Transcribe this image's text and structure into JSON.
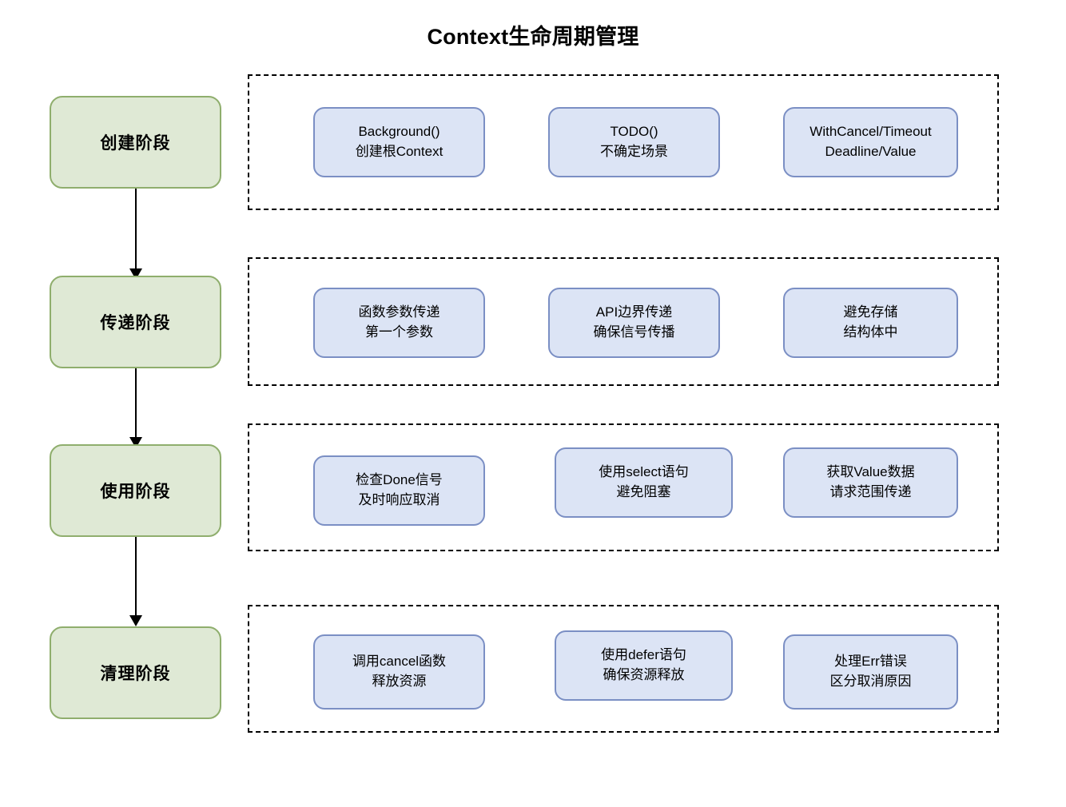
{
  "diagram": {
    "title": "Context生命周期管理",
    "accent_green_fill": "#dfe9d5",
    "accent_green_border": "#8fae6d",
    "accent_blue_fill": "#dce4f5",
    "accent_blue_border": "#7b8fc4",
    "group_border": "#000000"
  },
  "stages": [
    {
      "label": "创建阶段",
      "items": [
        {
          "line1": "Background()",
          "line2": "创建根Context"
        },
        {
          "line1": "TODO()",
          "line2": "不确定场景"
        },
        {
          "line1": "WithCancel/Timeout",
          "line2": "Deadline/Value"
        }
      ]
    },
    {
      "label": "传递阶段",
      "items": [
        {
          "line1": "函数参数传递",
          "line2": "第一个参数"
        },
        {
          "line1": "API边界传递",
          "line2": "确保信号传播"
        },
        {
          "line1": "避免存储",
          "line2": "结构体中"
        }
      ]
    },
    {
      "label": "使用阶段",
      "items": [
        {
          "line1": "检查Done信号",
          "line2": "及时响应取消"
        },
        {
          "line1": "使用select语句",
          "line2": "避免阻塞"
        },
        {
          "line1": "获取Value数据",
          "line2": "请求范围传递"
        }
      ]
    },
    {
      "label": "清理阶段",
      "items": [
        {
          "line1": "调用cancel函数",
          "line2": "释放资源"
        },
        {
          "line1": "使用defer语句",
          "line2": "确保资源释放"
        },
        {
          "line1": "处理Err错误",
          "line2": "区分取消原因"
        }
      ]
    }
  ],
  "connectors": [
    {
      "name": "arrow-create-to-pass"
    },
    {
      "name": "arrow-pass-to-use"
    },
    {
      "name": "arrow-use-to-cleanup"
    }
  ]
}
